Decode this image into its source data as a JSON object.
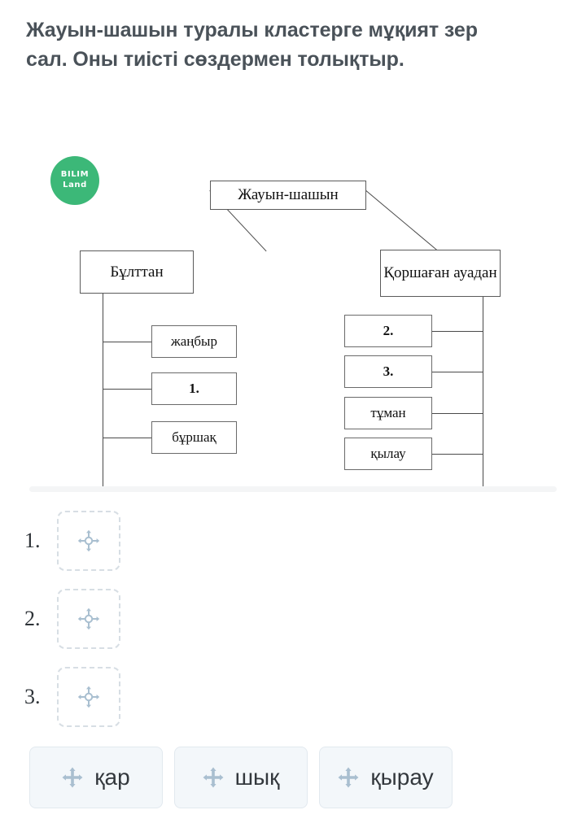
{
  "prompt": "Жауын-шашын туралы кластерге мұқият зер сал. Оны тиісті сөздермен толықтыр.",
  "brand": {
    "line1": "BILIM",
    "line2": "Land",
    "color": "#3cb878"
  },
  "diagram": {
    "root": "Жауын-шашын",
    "branch_left": "Бұлттан",
    "branch_right": "Қоршаған ауадан",
    "leaves_left": [
      "жаңбыр",
      "1.",
      "бұршақ"
    ],
    "leaves_right": [
      "2.",
      "3.",
      "тұман",
      "қылау"
    ]
  },
  "slots": [
    {
      "number": "1.",
      "icon": "move-target-icon",
      "value": ""
    },
    {
      "number": "2.",
      "icon": "move-target-icon",
      "value": ""
    },
    {
      "number": "3.",
      "icon": "move-target-icon",
      "value": ""
    }
  ],
  "word_bank": [
    {
      "label": "қар",
      "icon": "move-arrows-icon"
    },
    {
      "label": "шық",
      "icon": "move-arrows-icon"
    },
    {
      "label": "қырау",
      "icon": "move-arrows-icon"
    }
  ],
  "colors": {
    "prompt_text": "#4a5259",
    "chip_bg": "#f3f7fa",
    "chip_border": "#e2e9ef",
    "slot_border": "#d7dee4",
    "icon": "#a9bfd0",
    "diagram_stroke": "#4a4a4a"
  }
}
